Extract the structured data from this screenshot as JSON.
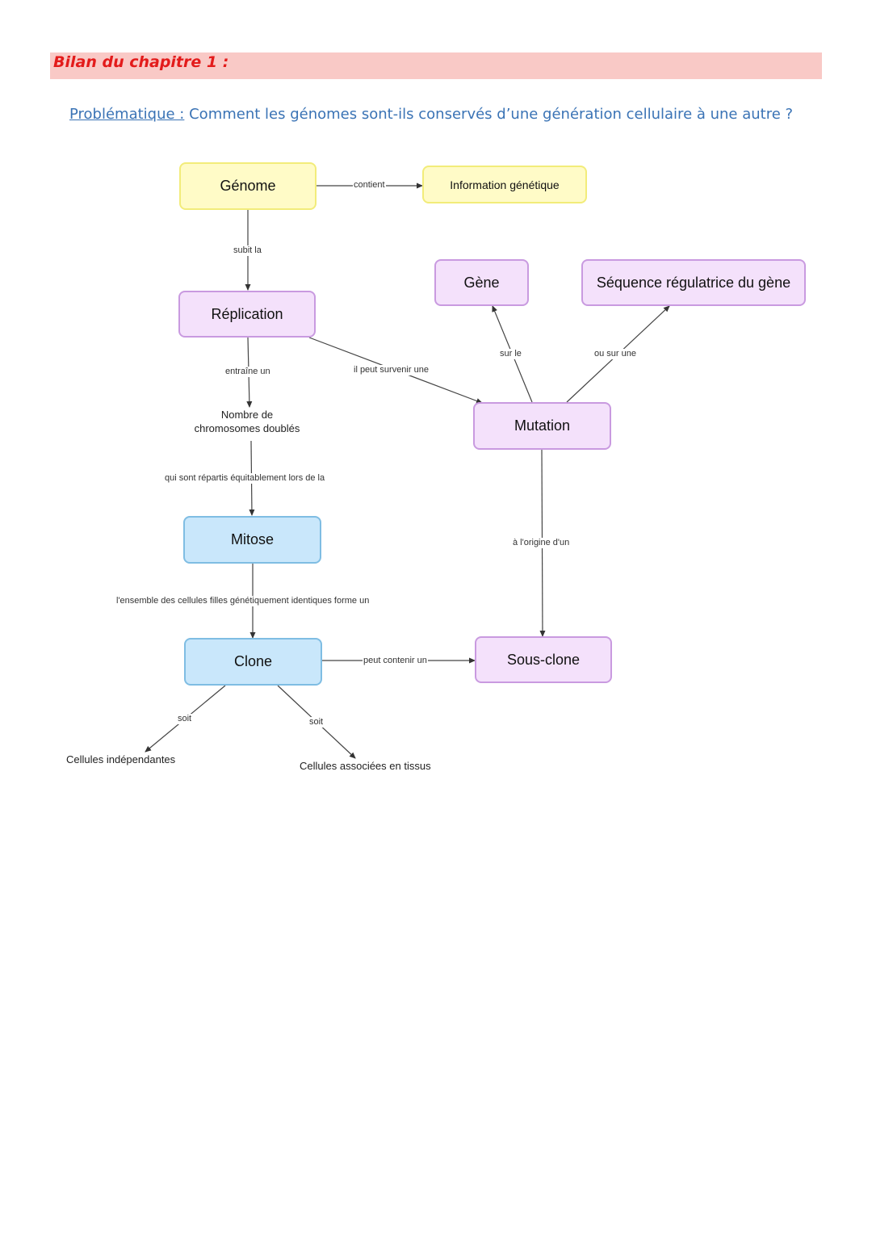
{
  "header": {
    "title": "Bilan du chapitre 1 :"
  },
  "problematique": {
    "label": "Problématique :",
    "question": "Comment les génomes sont-ils conservés d’une génération cellulaire à une autre ?"
  },
  "colors": {
    "yellow_node": "#fffbc7",
    "purple_node": "#f4e1fb",
    "blue_node": "#c9e7fb",
    "header_band": "#f9c9c6",
    "title_red": "#e31b1b",
    "link_blue": "#3a73b5"
  },
  "nodes": {
    "genome": "Génome",
    "information_genetique": "Information génétique",
    "replication": "Réplication",
    "gene": "Gène",
    "sequence_regulatrice": "Séquence régulatrice du gène",
    "nombre_chromosomes_1": "Nombre de",
    "nombre_chromosomes_2": "chromosomes doublés",
    "mutation": "Mutation",
    "mitose": "Mitose",
    "clone": "Clone",
    "sous_clone": "Sous-clone",
    "cellules_independantes": "Cellules indépendantes",
    "cellules_tissus": "Cellules associées en tissus"
  },
  "edges": {
    "contient": "contient",
    "subit_la": "subit la",
    "entraine_un": "entraîne un",
    "il_peut_survenir": "il peut survenir une",
    "sur_le": "sur le",
    "ou_sur_une": "ou sur une",
    "repartis": "qui sont répartis équitablement lors de la",
    "origine": "à l'origine d'un",
    "ensemble": "l'ensemble des cellules filles génétiquement identiques forme un",
    "peut_contenir": "peut contenir un",
    "soit_left": "soit",
    "soit_right": "soit"
  }
}
